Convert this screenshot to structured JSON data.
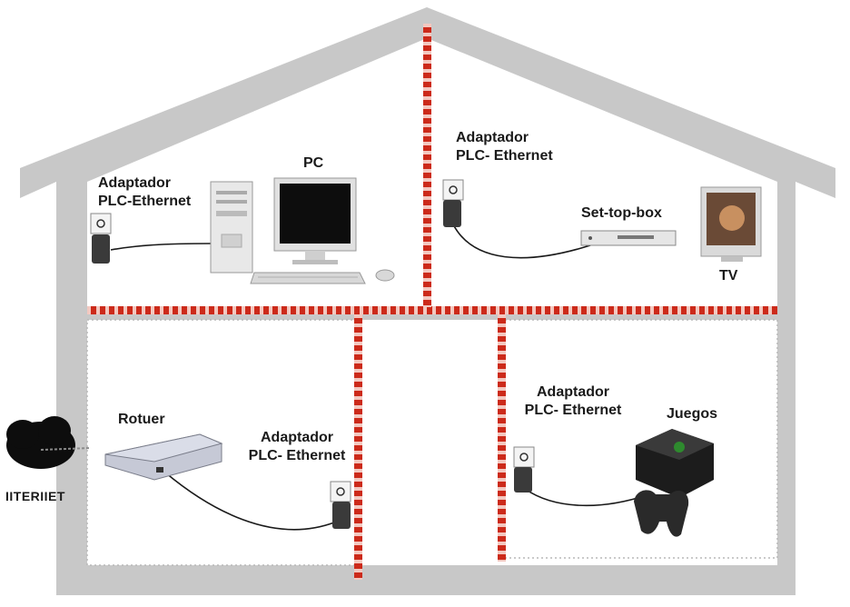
{
  "labels": {
    "pc_adapter_line1": "Adaptador",
    "pc_adapter_line2": "PLC-Ethernet",
    "pc": "PC",
    "tv_adapter_line1": "Adaptador",
    "tv_adapter_line2": "PLC- Ethernet",
    "settop": "Set-top-box",
    "tv": "TV",
    "router": "Rotuer",
    "router_adapter_line1": "Adaptador",
    "router_adapter_line2": "PLC- Ethernet",
    "game_adapter_line1": "Adaptador",
    "game_adapter_line2": "PLC- Ethernet",
    "games": "Juegos",
    "internet": "IITERIIET"
  },
  "colors": {
    "house": "#c8c8c8",
    "wiring": "#cc2a1a",
    "wiring_light": "#f3c8c0",
    "device_dark": "#3a3a3a",
    "cable": "#1a1a1a"
  },
  "icons": [
    "cloud-icon",
    "router-icon",
    "pc-tower-icon",
    "monitor-icon",
    "keyboard-icon",
    "mouse-icon",
    "settop-box-icon",
    "tv-icon",
    "game-console-icon",
    "gamepad-icon",
    "plc-adapter-icon"
  ]
}
